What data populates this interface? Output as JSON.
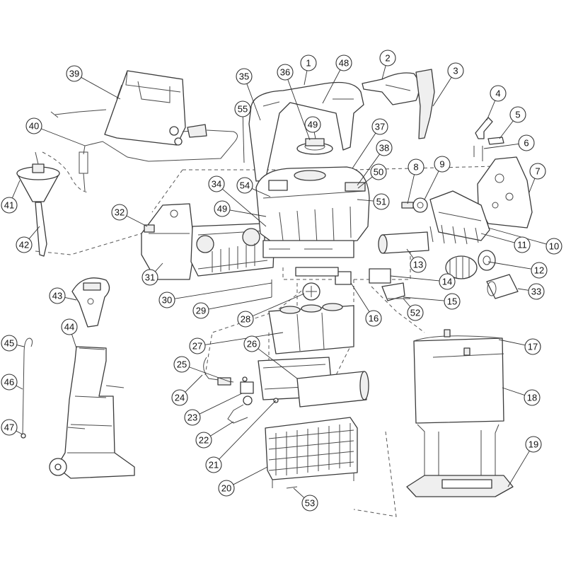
{
  "callouts": [
    "1",
    "2",
    "3",
    "4",
    "5",
    "6",
    "7",
    "8",
    "9",
    "10",
    "11",
    "12",
    "13",
    "14",
    "15",
    "16",
    "17",
    "18",
    "19",
    "20",
    "21",
    "22",
    "23",
    "24",
    "25",
    "26",
    "27",
    "28",
    "29",
    "30",
    "31",
    "32",
    "33",
    "34",
    "35",
    "36",
    "37",
    "38",
    "39",
    "40",
    "41",
    "42",
    "43",
    "44",
    "45",
    "46",
    "47",
    "48",
    "49",
    "50",
    "51",
    "52",
    "53",
    "54",
    "55"
  ]
}
